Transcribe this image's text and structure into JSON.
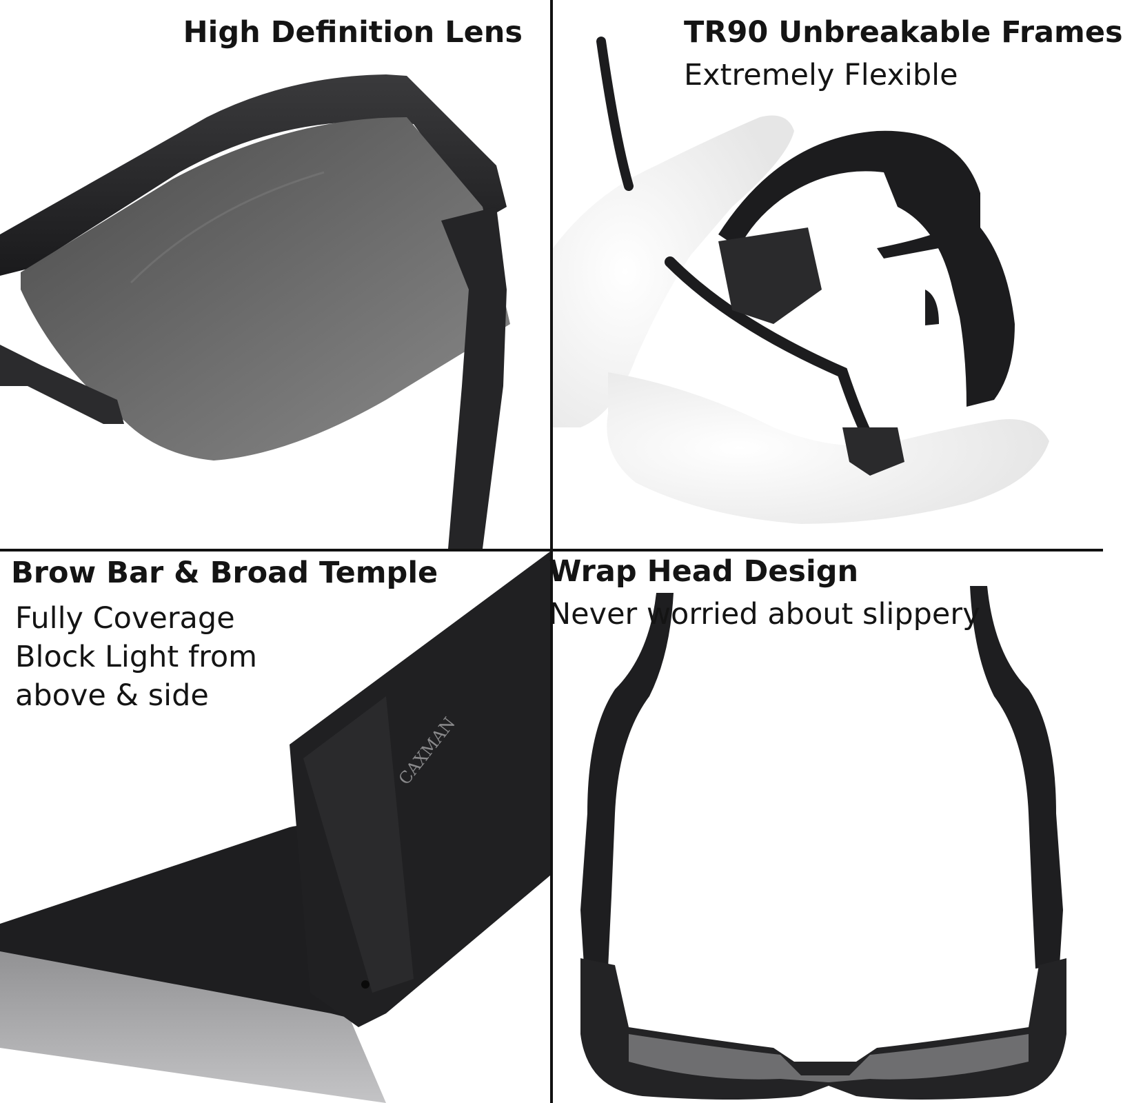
{
  "panels": {
    "lens": {
      "title": "High Definition Lens"
    },
    "frames": {
      "title": "TR90 Unbreakable Frames",
      "subtitle": "Extremely Flexible"
    },
    "temple": {
      "title": "Brow Bar & Broad Temple",
      "lines": [
        "Fully Coverage",
        "Block Light from",
        "above & side"
      ],
      "brand_mark": "CAXMAN"
    },
    "wrap": {
      "title": "Wrap Head Design",
      "subtitle": "Never worried about slippery"
    }
  },
  "colors": {
    "background": "#ffffff",
    "divider": "#111111",
    "frame": "#1c1c1e",
    "lens": "#5e5e5e",
    "text": "#141414"
  }
}
